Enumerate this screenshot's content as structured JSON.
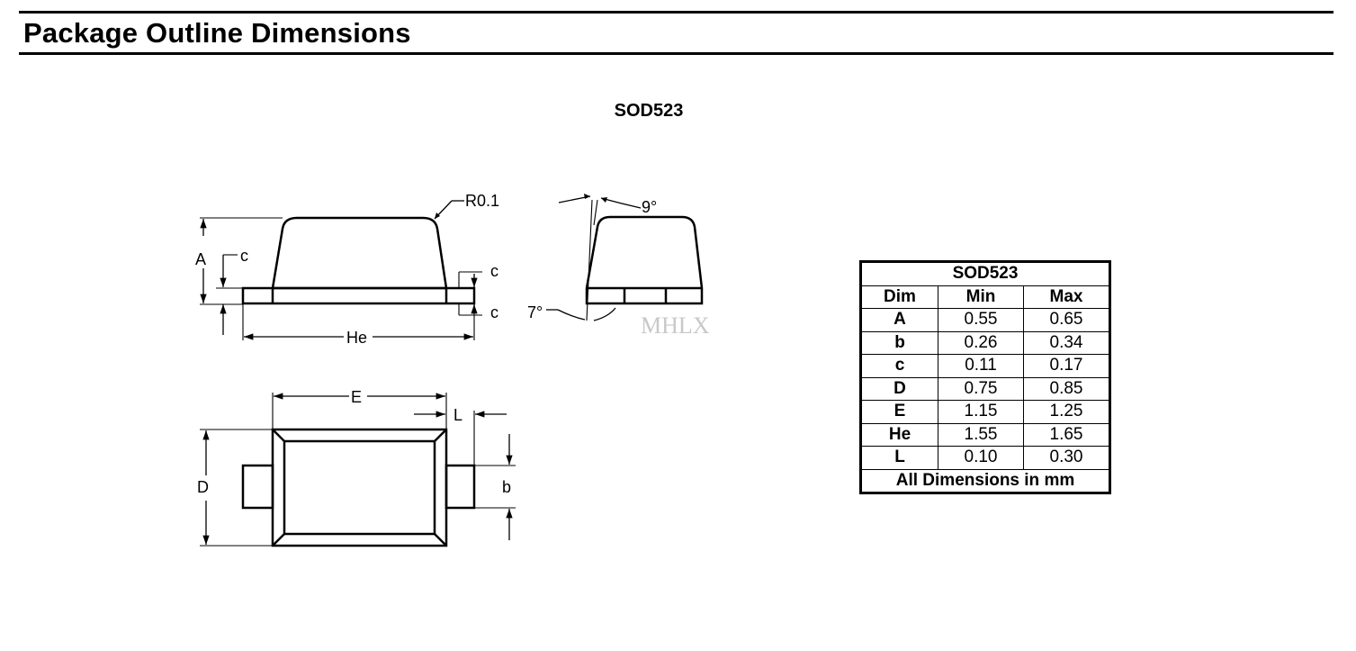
{
  "page": {
    "title": "Package Outline Dimensions"
  },
  "package_name": "SOD523",
  "drawing_labels": {
    "radius": "R0.1",
    "angle_top": "9°",
    "angle_bottom": "7°",
    "A": "A",
    "c": "c",
    "He": "He",
    "E": "E",
    "L": "L",
    "D": "D",
    "b": "b"
  },
  "watermark": "MHLX",
  "table": {
    "title": "SOD523",
    "headers": [
      "Dim",
      "Min",
      "Max"
    ],
    "rows": [
      {
        "dim": "A",
        "min": "0.55",
        "max": "0.65"
      },
      {
        "dim": "b",
        "min": "0.26",
        "max": "0.34"
      },
      {
        "dim": "c",
        "min": "0.11",
        "max": "0.17"
      },
      {
        "dim": "D",
        "min": "0.75",
        "max": "0.85"
      },
      {
        "dim": "E",
        "min": "1.15",
        "max": "1.25"
      },
      {
        "dim": "He",
        "min": "1.55",
        "max": "1.65"
      },
      {
        "dim": "L",
        "min": "0.10",
        "max": "0.30"
      }
    ],
    "footer": "All Dimensions in mm"
  }
}
